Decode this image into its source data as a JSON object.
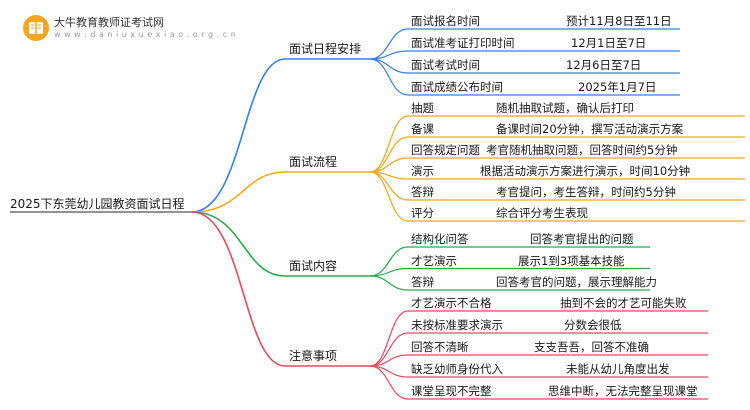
{
  "logo": {
    "title": "大牛教育教师证考试网",
    "subtitle": "w w w . d a n i u x u e x i a o . o r g . c n"
  },
  "root": "2025下东莞幼儿园教资面试日程",
  "branches": [
    {
      "label": "面试日程安排",
      "color": "#3a7ee6",
      "items": [
        {
          "k": "面试报名时间",
          "v": "预计11月8日至11日"
        },
        {
          "k": "面试准考证打印时间",
          "v": "12月1日至7日"
        },
        {
          "k": "面试考试时间",
          "v": "12月6日至7日"
        },
        {
          "k": "面试成绩公布时间",
          "v": "2025年1月7日"
        }
      ]
    },
    {
      "label": "面试流程",
      "color": "#f0a81d",
      "items": [
        {
          "k": "抽题",
          "v": "随机抽取试题，确认后打印"
        },
        {
          "k": "备课",
          "v": "备课时间20分钟，撰写活动演示方案"
        },
        {
          "k": "回答规定问题",
          "v": "考官随机抽取问题，回答时间约5分钟"
        },
        {
          "k": "演示",
          "v": "根据活动演示方案进行演示，时间10分钟"
        },
        {
          "k": "答辩",
          "v": "考官提问，考生答辩，时间约5分钟"
        },
        {
          "k": "评分",
          "v": "综合评分考生表现"
        }
      ]
    },
    {
      "label": "面试内容",
      "color": "#2ea84f",
      "items": [
        {
          "k": "结构化问答",
          "v": "回答考官提出的问题"
        },
        {
          "k": "才艺演示",
          "v": "展示1到3项基本技能"
        },
        {
          "k": "答辩",
          "v": "回答考官的问题，展示理解能力"
        }
      ]
    },
    {
      "label": "注意事项",
      "color": "#e84a5f",
      "items": [
        {
          "k": "才艺演示不合格",
          "v": "抽到不会的才艺可能失败"
        },
        {
          "k": "未按标准要求演示",
          "v": "分数会很低"
        },
        {
          "k": "回答不清晰",
          "v": "支支吾吾，回答不准确"
        },
        {
          "k": "缺乏幼师身份代入",
          "v": "未能从幼儿角度出发"
        },
        {
          "k": "课堂呈现不完整",
          "v": "思维中断，无法完整呈现课堂"
        }
      ]
    }
  ]
}
